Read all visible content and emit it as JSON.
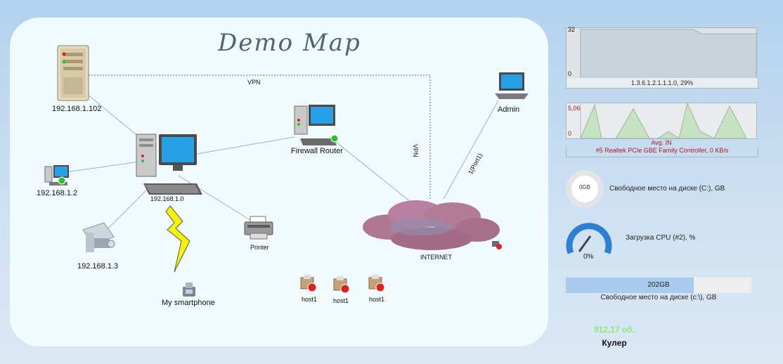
{
  "map": {
    "title": "Demo Map",
    "links": {
      "vpn_horizontal": "VPN",
      "vpn_vertical": "VPN",
      "port_link": "1(Port1)"
    },
    "nodes": {
      "server": "192.168.1.102",
      "pc_main": "192.168.1.0",
      "pc_small": "192.168.1.2",
      "plotter": "192.168.1.3",
      "phone": "My smartphone",
      "printer": "Printer",
      "firewall": "Firewall Router",
      "admin": "Admin",
      "internet": "INTERNET",
      "hosts": [
        "host1",
        "host1",
        "host1"
      ]
    }
  },
  "widgets": {
    "cpu_history": {
      "ymax": "32",
      "ymin": "0",
      "caption": "1.3.6.1.2.1.1.1.0, 29%"
    },
    "net_traffic": {
      "ymax": "5,06",
      "ymin": "0",
      "series_label": "Avg. IN",
      "caption": "#5 Realtek PCIe GBE Family Controller, 0 KB/s"
    },
    "disk_c_ring": {
      "value": "0GB",
      "caption": "Свободное место на диске (C:), GB"
    },
    "cpu_gauge": {
      "value": "0%",
      "caption": "Загрузка CPU (#2), %"
    },
    "disk_bar": {
      "value": "202GB",
      "fill": 0.69,
      "caption": "Свободное место на диске (c:\\), GB"
    },
    "cooler": {
      "value": "912,17 об.",
      "caption": "Кулер"
    }
  },
  "colors": {
    "panel": "#f1fafd",
    "link": "#9ab3c6",
    "vpn_link": "#3a8a3a",
    "status_green": "#27c427",
    "status_red": "#e02020",
    "chart_fill": "#c9d3dc",
    "traffic_fill": "#c6e2c2",
    "accent_blue": "#2d7fd4",
    "cooler_green": "#8ee87a",
    "traffic_red": "#b0181e"
  }
}
